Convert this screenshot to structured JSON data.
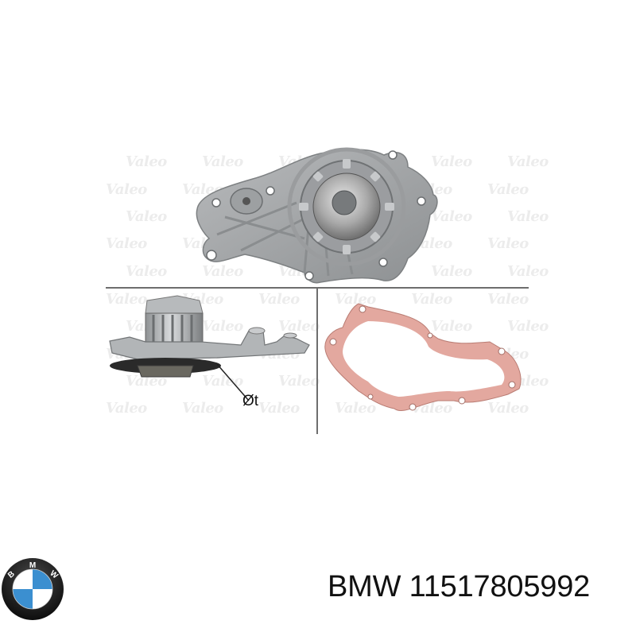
{
  "product": {
    "brand": "BMW",
    "part_number": "11517805992",
    "caption": "BMW 11517805992"
  },
  "images": {
    "top": {
      "subject": "water-pump-front-view"
    },
    "bottom_left": {
      "subject": "water-pump-side-view",
      "dimension_label": "Øt"
    },
    "bottom_right": {
      "subject": "water-pump-gasket"
    }
  },
  "watermark": {
    "text": "Valeo"
  },
  "colors": {
    "divider": "#6e6e6e",
    "metal": "#a9acae",
    "gasket": "#e3a89f",
    "bmw_blue": "#3b8fd0",
    "bmw_ring": "#1a1a1a"
  }
}
